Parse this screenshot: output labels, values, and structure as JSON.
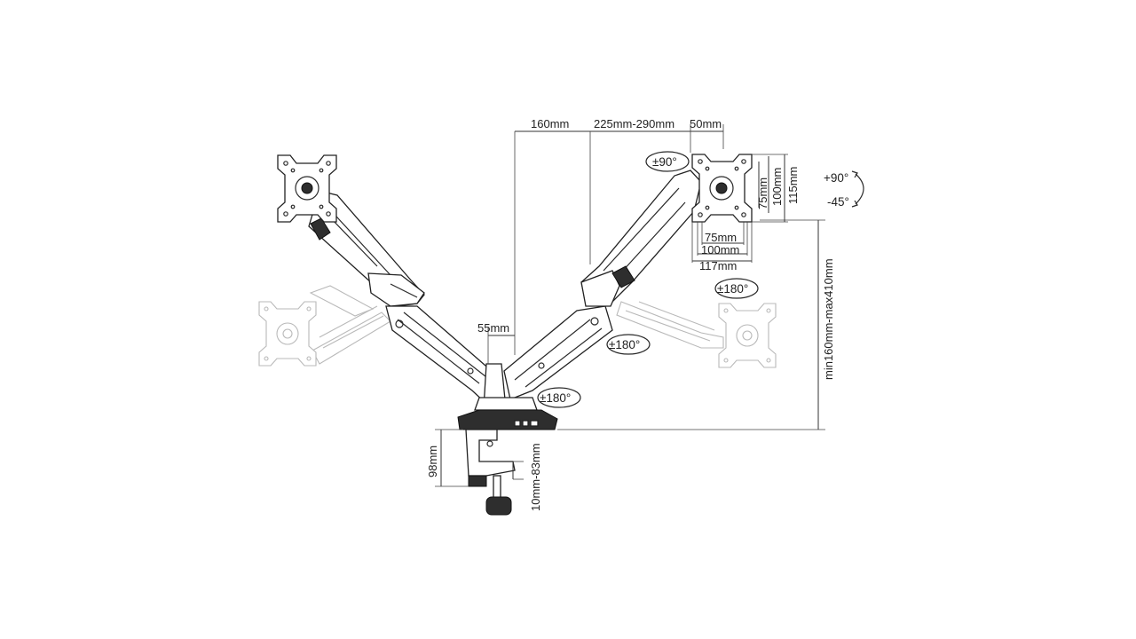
{
  "dimensions": {
    "top_offset": "160mm",
    "arm_reach": "225mm-290mm",
    "plate_offset": "50mm",
    "center_gap": "55mm",
    "height_range": "min160mm-max410mm",
    "base_height": "98mm",
    "clamp_range": "10mm-83mm",
    "vesa_width_75": "75mm",
    "vesa_width_100": "100mm",
    "plate_width": "117mm",
    "vesa_height_75": "75mm",
    "vesa_height_100": "100mm",
    "plate_height": "115mm"
  },
  "rotations": {
    "tilt_up": "+90°",
    "tilt_down": "-45°",
    "rotate_plate": "±90°",
    "swivel_head": "±180°",
    "swivel_mid": "±180°",
    "swivel_base": "±180°"
  },
  "colors": {
    "line": "#2a2a2a",
    "ghost": "#b9b9b9",
    "background": "#ffffff"
  }
}
